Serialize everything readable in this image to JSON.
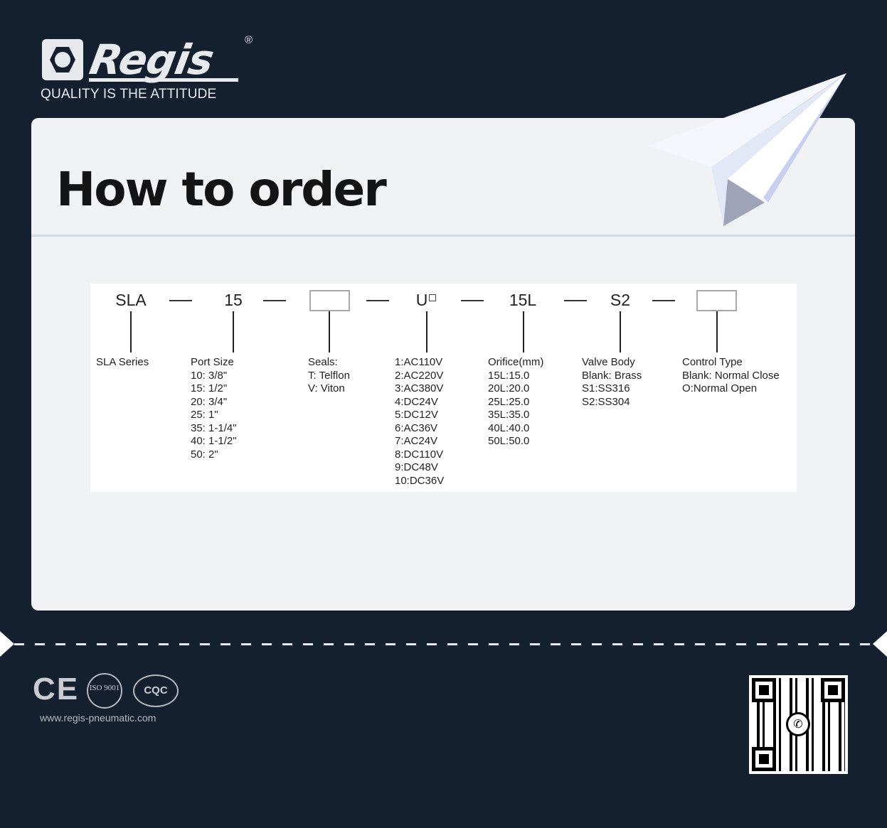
{
  "brand": {
    "name": "Regis",
    "registered_mark": "®",
    "tagline": "QUALITY IS THE ATTITUDE"
  },
  "card": {
    "title": "How to order"
  },
  "order_code": {
    "segments": [
      {
        "code": "SLA",
        "label_lines": [
          "SLA Series"
        ]
      },
      {
        "code": "15",
        "label_lines": [
          "Port Size",
          "10: 3/8\"",
          "15: 1/2\"",
          "20: 3/4\"",
          "25: 1\"",
          "35: 1-1/4\"",
          "40: 1-1/2\"",
          "50: 2\""
        ]
      },
      {
        "code": "",
        "label_lines": [
          "Seals:",
          "T: Telflon",
          "V: Viton"
        ]
      },
      {
        "code": "U",
        "label_lines": [
          "1:AC110V",
          "2:AC220V",
          "3:AC380V",
          "4:DC24V",
          "5:DC12V",
          "6:AC36V",
          "7:AC24V",
          "8:DC110V",
          "9:DC48V",
          "10:DC36V"
        ]
      },
      {
        "code": "15L",
        "label_lines": [
          "Orifice(mm)",
          "15L:15.0",
          "20L:20.0",
          "25L:25.0",
          "35L:35.0",
          "40L:40.0",
          "50L:50.0"
        ]
      },
      {
        "code": "S2",
        "label_lines": [
          "Valve Body",
          "Blank: Brass",
          "S1:SS316",
          "S2:SS304"
        ]
      },
      {
        "code": "",
        "label_lines": [
          "Control Type",
          "Blank: Normal Close",
          "O:Normal Open"
        ]
      }
    ]
  },
  "footer": {
    "certifications": [
      "CE",
      "ISO 9001",
      "CQC"
    ],
    "iso_text": "ISO 9001",
    "cqc_text": "CQC",
    "ce_text": "CE",
    "website": "www.regis-pneumatic.com",
    "qr_icon": "whatsapp-icon"
  },
  "colors": {
    "background": "#141f30",
    "card": "#f1f2f4",
    "title": "#141414"
  }
}
